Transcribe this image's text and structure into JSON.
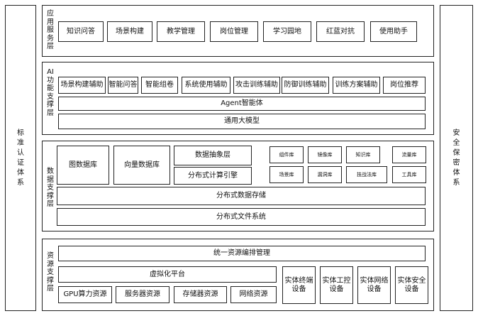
{
  "left_side": "标准认证体系",
  "right_side": "安全保密体系",
  "app_layer": {
    "title": "应用服务层",
    "items": [
      "知识问答",
      "场景构建",
      "教学管理",
      "岗位管理",
      "学习园地",
      "红蓝对抗",
      "使用助手"
    ]
  },
  "ai_layer": {
    "title": "AI功能支撑层",
    "items": [
      "场景构建辅助",
      "智能问答",
      "智能组卷",
      "系统使用辅助",
      "攻击训练辅助",
      "防御训练辅助",
      "训练方案辅助",
      "岗位推荐"
    ],
    "agent": "Agent智能体",
    "llm": "通用大模型"
  },
  "data_layer": {
    "title": "数据支撑层",
    "graph_db": "图数据库",
    "vector_db": "向量数据库",
    "abstraction": "数据抽象层",
    "compute": "分布式计算引擎",
    "libs": [
      "组件库",
      "镜像库",
      "知识库",
      "流量库",
      "场景库",
      "漏洞库",
      "技战法库",
      "工具库"
    ],
    "storage": "分布式数据存储",
    "fs": "分布式文件系统"
  },
  "res_layer": {
    "title": "资源支撑层",
    "orchestration": "统一资源编排管理",
    "virtualization": "虚拟化平台",
    "resources": [
      "GPU算力资源",
      "服务器资源",
      "存储器资源",
      "网络资源"
    ],
    "devices": [
      "实体终端设备",
      "实体工控设备",
      "实体网络设备",
      "实体安全设备"
    ]
  }
}
